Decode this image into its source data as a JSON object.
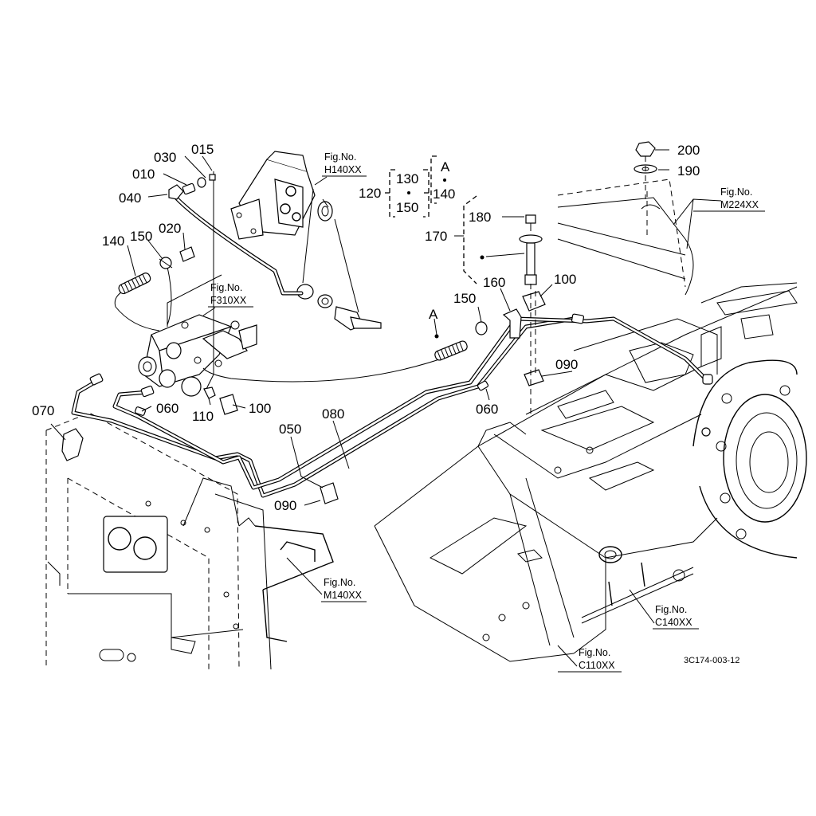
{
  "document_code": "3C174-003-12",
  "part_numbers": {
    "p010": "010",
    "p015": "015",
    "p020": "020",
    "p030": "030",
    "p040": "040",
    "p050": "050",
    "p060a": "060",
    "p060b": "060",
    "p070": "070",
    "p080": "080",
    "p090a": "090",
    "p090b": "090",
    "p100a": "100",
    "p100b": "100",
    "p110": "110",
    "p120": "120",
    "p130": "130",
    "p140a": "140",
    "p140b": "140",
    "p150a": "150",
    "p150b": "150",
    "p150c": "150",
    "p160": "160",
    "p170": "170",
    "p180": "180",
    "p190": "190",
    "p200": "200",
    "markA1": "A",
    "markA2": "A"
  },
  "figure_refs": [
    {
      "line1": "Fig.No.",
      "line2": "H140XX"
    },
    {
      "line1": "Fig.No.",
      "line2": "F310XX"
    },
    {
      "line1": "Fig.No.",
      "line2": "M224XX"
    },
    {
      "line1": "Fig.No.",
      "line2": "M140XX"
    },
    {
      "line1": "Fig.No.",
      "line2": "C140XX"
    },
    {
      "line1": "Fig.No.",
      "line2": "C110XX"
    }
  ]
}
